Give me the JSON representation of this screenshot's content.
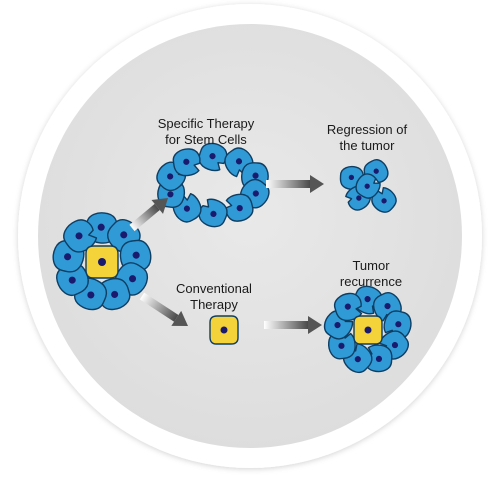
{
  "labels": {
    "specific_therapy": [
      "Specific Therapy",
      "for Stem Cells"
    ],
    "regression": [
      "Regression of",
      "the tumor"
    ],
    "conventional": [
      "Conventional",
      "Therapy"
    ],
    "recurrence": [
      "Tumor",
      "recurrence"
    ]
  },
  "colors": {
    "background_disc": "#e4e4e4",
    "ring": "#ffffff",
    "cell_fill": "#2f9ad6",
    "cell_stroke": "#0f3e63",
    "nucleus": "#1a1a6e",
    "stem_cell_fill": "#f3d23a",
    "arrow_light": "#ffffff",
    "arrow_dark": "#555555"
  },
  "icons": {
    "cell": "blue-cell-icon",
    "stem_cell": "yellow-stem-cell-icon",
    "arrow": "gradient-arrow-icon"
  }
}
